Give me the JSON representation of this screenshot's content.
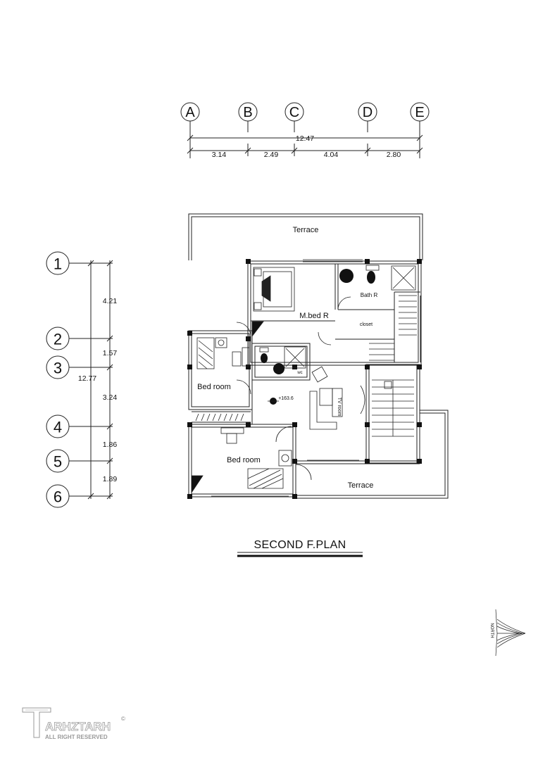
{
  "grid": {
    "columns": [
      "A",
      "B",
      "C",
      "D",
      "E"
    ],
    "rows": [
      "1",
      "2",
      "3",
      "4",
      "5",
      "6"
    ],
    "horizontal_total": "12.47",
    "horizontal_spans": [
      "3.14",
      "2.49",
      "4.04",
      "2.80"
    ],
    "vertical_total": "12.77",
    "vertical_spans": [
      "4.21",
      "1.57",
      "3.24",
      "1.86",
      "1.89"
    ]
  },
  "rooms": {
    "terrace_top": "Terrace",
    "terrace_bottom": "Terrace",
    "master_bed": "M.bed R",
    "bath": "Bath R",
    "closet": "closet",
    "wc": "wc",
    "tv_room": "TV room",
    "bed_room_1": "Bed room",
    "bed_room_2": "Bed room",
    "level_mark": "+163.6"
  },
  "title": "SECOND F.PLAN",
  "north_label": "NORTH",
  "logo": {
    "brand": "ARHZTARH",
    "tagline": "ALL RIGHT RESERVED",
    "mark": "©"
  }
}
